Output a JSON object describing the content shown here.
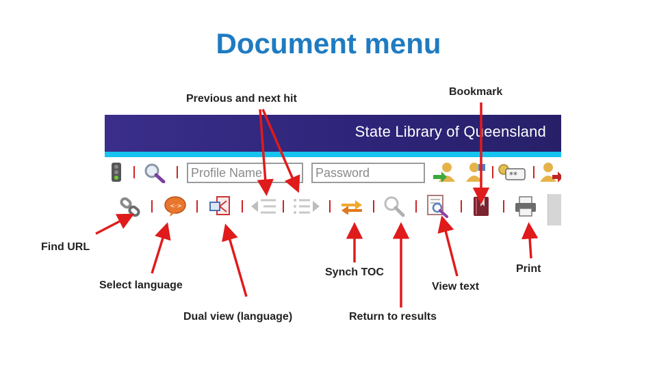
{
  "title": "Document menu",
  "banner": {
    "text": "State Library of Queensland"
  },
  "login": {
    "profile_placeholder": "Profile Name",
    "password_placeholder": "Password"
  },
  "toolbar_icons": [
    "link-icon",
    "select-language-icon",
    "dual-view-icon",
    "previous-hit-icon",
    "next-hit-icon",
    "synch-toc-icon",
    "return-to-results-icon",
    "view-text-icon",
    "bookmark-icon",
    "print-icon"
  ],
  "labels": {
    "previous_next": "Previous and next hit",
    "bookmark": "Bookmark",
    "find_url": "Find URL",
    "select_language": "Select language",
    "dual_view": "Dual view (language)",
    "synch_toc": "Synch TOC",
    "return_results": "Return to results",
    "view_text": "View text",
    "print": "Print"
  },
  "colors": {
    "title": "#1f7bc1",
    "banner": "#2d2478",
    "cyan": "#17c4f0",
    "arrow": "#e01b1b"
  }
}
